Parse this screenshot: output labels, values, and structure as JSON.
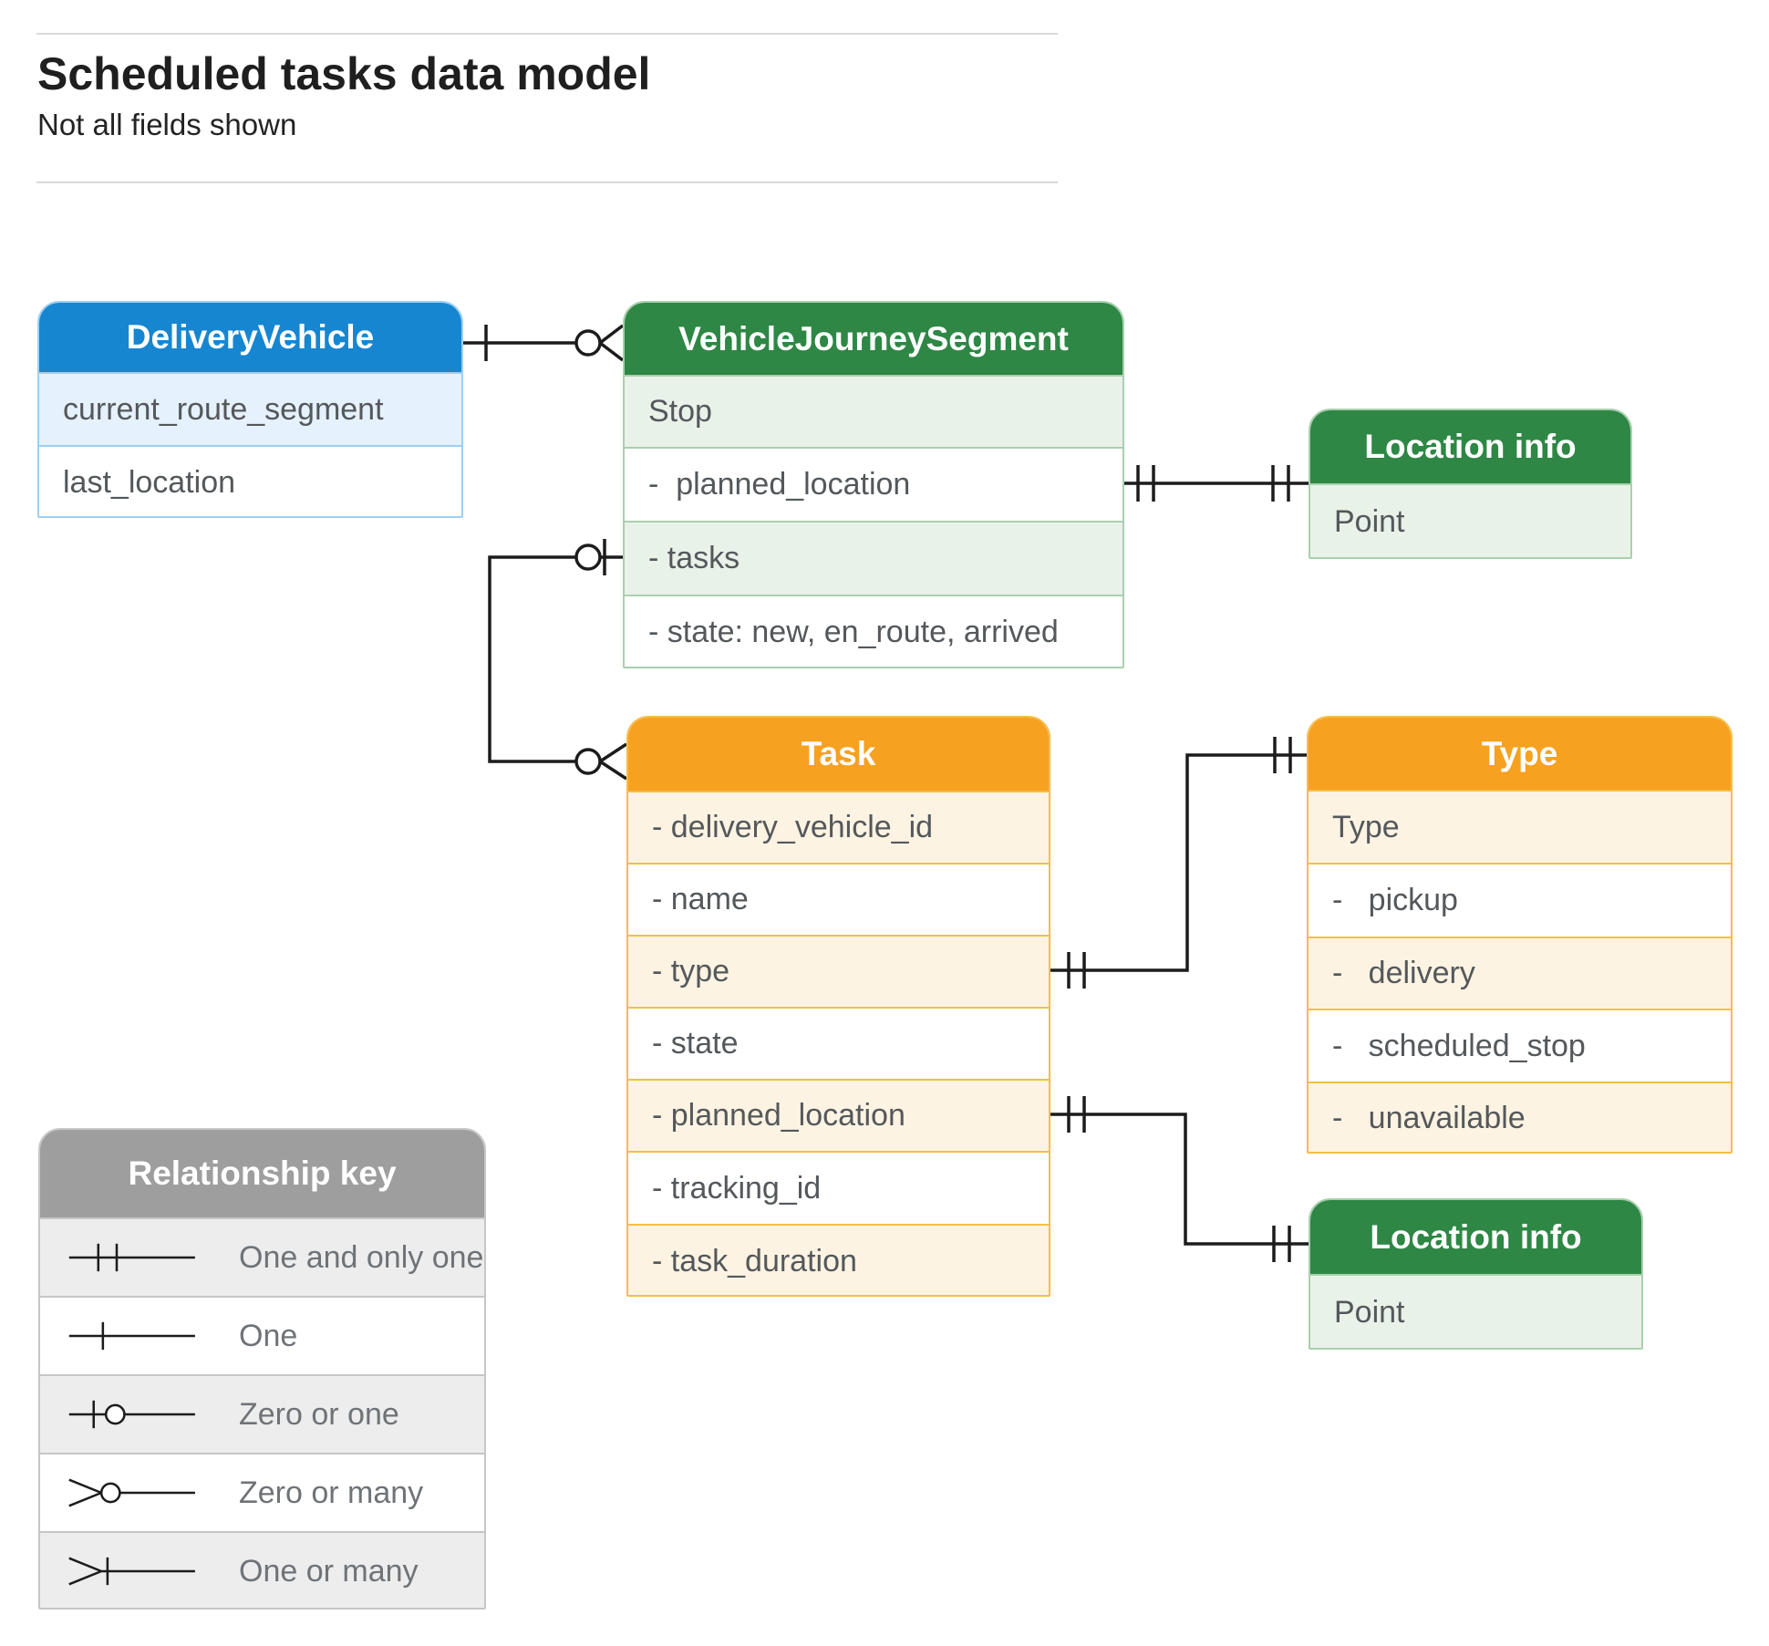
{
  "page": {
    "title": "Scheduled tasks data model",
    "subtitle": "Not all fields shown"
  },
  "entities": {
    "delivery_vehicle": {
      "title": "DeliveryVehicle",
      "fields": [
        "current_route_segment",
        "last_location"
      ]
    },
    "vehicle_journey_segment": {
      "title": "VehicleJourneySegment",
      "fields": [
        "Stop",
        "-  planned_location",
        "- tasks",
        "- state: new, en_route, arrived"
      ]
    },
    "location_info_top": {
      "title": "Location info",
      "fields": [
        "Point"
      ]
    },
    "task": {
      "title": "Task",
      "fields": [
        "- delivery_vehicle_id",
        "- name",
        "- type",
        "- state",
        "- planned_location",
        "- tracking_id",
        "- task_duration"
      ]
    },
    "type": {
      "title": "Type",
      "fields": [
        "Type",
        "-   pickup",
        "-   delivery",
        "-   scheduled_stop",
        "-   unavailable"
      ]
    },
    "location_info_bottom": {
      "title": "Location info",
      "fields": [
        "Point"
      ]
    }
  },
  "legend": {
    "title": "Relationship key",
    "items": [
      {
        "symbol": "one-and-only-one",
        "label": "One and only one"
      },
      {
        "symbol": "one",
        "label": "One"
      },
      {
        "symbol": "zero-or-one",
        "label": "Zero or one"
      },
      {
        "symbol": "zero-or-many",
        "label": "Zero or many"
      },
      {
        "symbol": "one-or-many",
        "label": "One or many"
      }
    ]
  },
  "colors": {
    "blue_header": "#1786d1",
    "blue_tint": "#e5f1fc",
    "blue_border": "#9ecff2",
    "green_header": "#2e8745",
    "green_tint": "#e8f2e9",
    "green_border": "#a9d0ae",
    "orange_header": "#f6a120",
    "orange_tint": "#fdf3e3",
    "orange_border": "#f5bd49",
    "gray_header": "#9e9e9e",
    "gray_tint": "#ededed",
    "gray_border": "#c6c6c6",
    "connector": "#1c1c1c",
    "field_text": "#54585b"
  }
}
